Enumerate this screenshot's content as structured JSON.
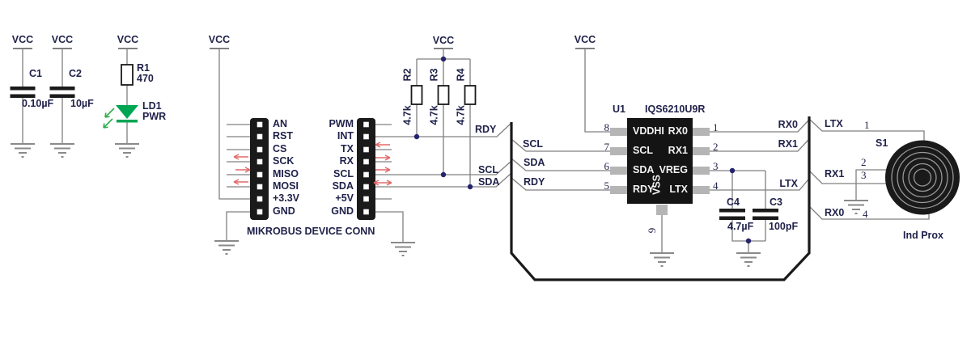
{
  "power": {
    "vcc_label": "VCC"
  },
  "decoupling": {
    "c1": {
      "ref": "C1",
      "value": "0.10µF"
    },
    "c2": {
      "ref": "C2",
      "value": "10µF"
    }
  },
  "led_circuit": {
    "resistor": {
      "ref": "R1",
      "value": "470"
    },
    "led": {
      "ref": "LD1",
      "label": "PWR"
    }
  },
  "mikrobus": {
    "title": "MIKROBUS DEVICE CONN",
    "left_pins": [
      "AN",
      "RST",
      "CS",
      "SCK",
      "MISO",
      "MOSI",
      "+3.3V",
      "GND"
    ],
    "right_pins": [
      "PWM",
      "INT",
      "TX",
      "RX",
      "SCL",
      "SDA",
      "+5V",
      "GND"
    ]
  },
  "pullups": {
    "r2": {
      "ref": "R2",
      "value": "4.7k"
    },
    "r3": {
      "ref": "R3",
      "value": "4.7k"
    },
    "r4": {
      "ref": "R4",
      "value": "4.7k"
    }
  },
  "nets": {
    "rdy": "RDY",
    "scl": "SCL",
    "sda": "SDA",
    "rx0": "RX0",
    "rx1": "RX1",
    "ltx": "LTX"
  },
  "ic": {
    "ref": "U1",
    "part": "IQS6210U9R",
    "left_pins": [
      {
        "num": "8",
        "name": "VDDHI"
      },
      {
        "num": "7",
        "name": "SCL"
      },
      {
        "num": "6",
        "name": "SDA"
      },
      {
        "num": "5",
        "name": "RDY"
      }
    ],
    "right_pins": [
      {
        "num": "1",
        "name": "RX0"
      },
      {
        "num": "2",
        "name": "RX1"
      },
      {
        "num": "3",
        "name": "VREG"
      },
      {
        "num": "4",
        "name": "LTX"
      }
    ],
    "bottom_pin": {
      "num": "9",
      "name": "VSS"
    }
  },
  "output_caps": {
    "c4": {
      "ref": "C4",
      "value": "4.7µF"
    },
    "c3": {
      "ref": "C3",
      "value": "100pF"
    }
  },
  "sensor": {
    "ref": "S1",
    "label": "Ind Prox",
    "pin1": "1",
    "pin2": "2",
    "pin3": "3",
    "pin4": "4"
  },
  "colors": {
    "wire": "#808080",
    "bus": "#1a1a1a",
    "text": "#20224a",
    "led_green": "#00a553",
    "arrow_red": "#e06a6a",
    "junction": "#24246e",
    "ic_fill": "#141414",
    "pad": "#b5b5b5"
  }
}
